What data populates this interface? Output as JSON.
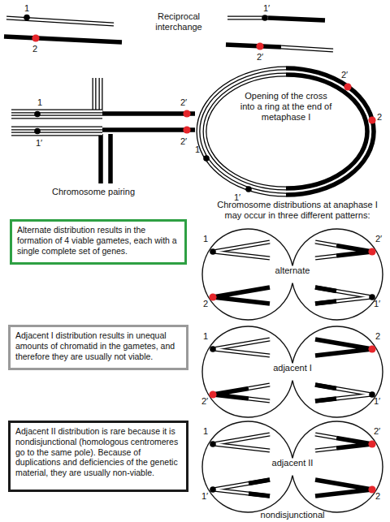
{
  "diagram": {
    "nodes": [
      {
        "text": [
          "Alternate distribution results in the formation of 4 viable gametes, each with a single complete set of genes."
        ]
      },
      {
        "text": [
          "alternate"
        ]
      },
      {
        "text": [
          "Adjacent I distribution results in unequal amounts of chromatid in the gametes, and therefore they are usually not viable."
        ]
      },
      {
        "text": [
          "adjacent I"
        ]
      },
      {
        "text": [
          "Adjacent II distribution is rare because it is nondisjunctional (homologous centromeres go to the same pole). Because of duplications and deficiencies of the genetic material, they are usually non-viable."
        ]
      },
      {
        "text": [
          "adjacent II"
        ]
      }
    ],
    "labels": [
      "1",
      "2",
      "Reciprocal interchange",
      "1′",
      "2′",
      "1",
      "1′",
      "2′",
      "2′",
      "Chromosome pairing",
      "1",
      "1′",
      "2′",
      "2",
      "Opening of the cross into a ring at the end of metaphase I",
      "Chromosome distributions at anaphase I may occur in three different patterns:",
      "1",
      "2′",
      "2",
      "1′",
      "1",
      "2",
      "2′",
      "1′",
      "1",
      "2′",
      "1′",
      "2",
      "nondisjunctional"
    ]
  }
}
